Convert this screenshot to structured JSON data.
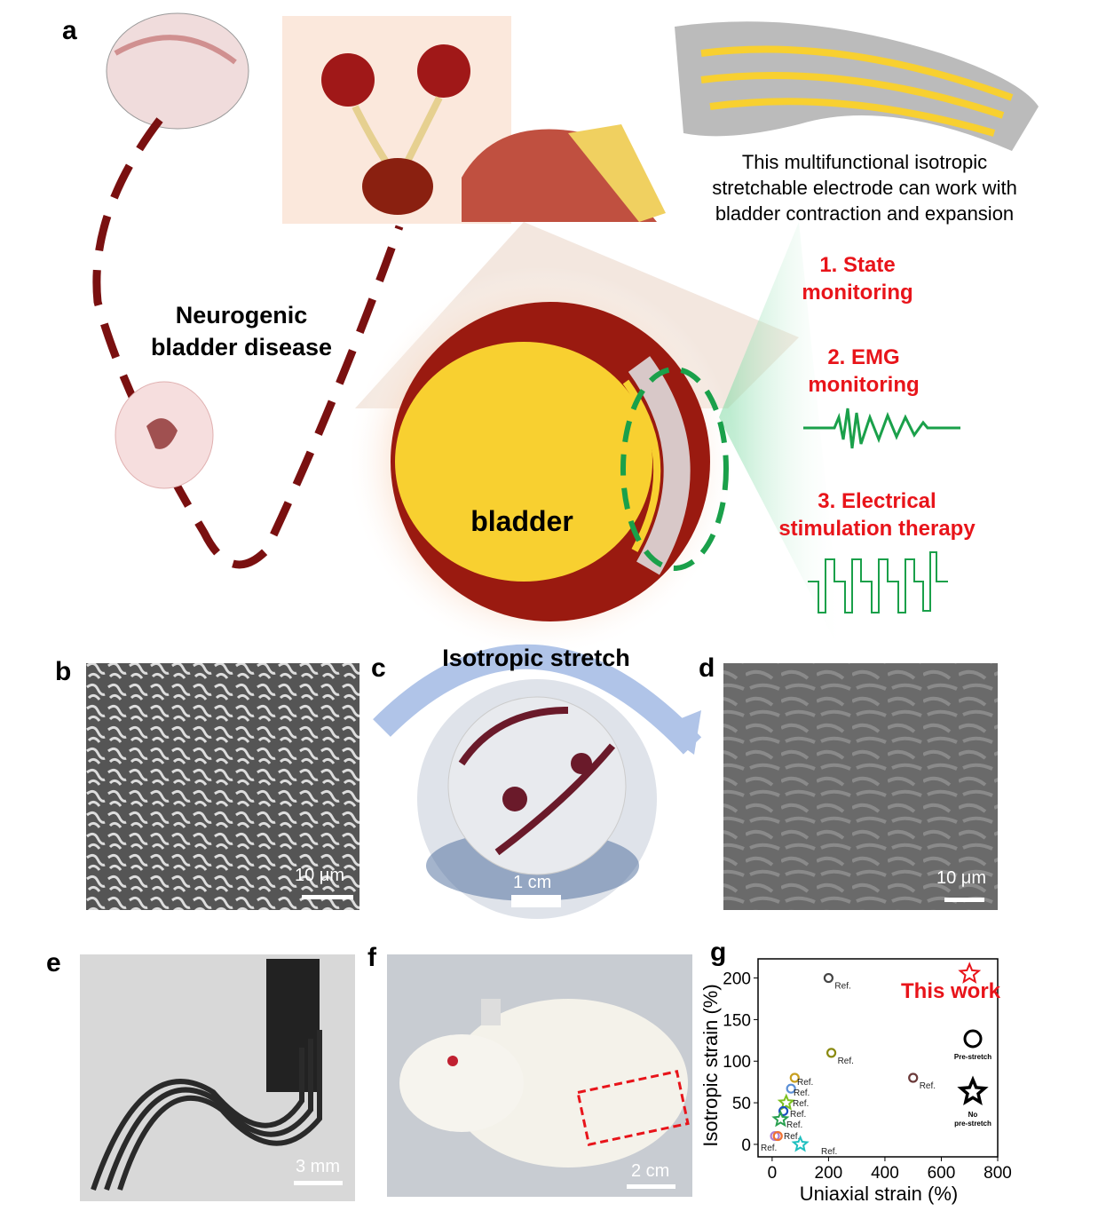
{
  "panel_labels": {
    "a": "a",
    "b": "b",
    "c": "c",
    "d": "d",
    "e": "e",
    "f": "f",
    "g": "g"
  },
  "panel_a": {
    "disease_line1": "Neurogenic",
    "disease_line2": "bladder disease",
    "organ": "bladder",
    "caption_line1": "This multifunctional isotropic",
    "caption_line2": "stretchable electrode can work with",
    "caption_line3": "bladder contraction and expansion",
    "func1_line1": "1. State",
    "func1_line2": "monitoring",
    "func2_line1": "2. EMG",
    "func2_line2": "monitoring",
    "func3_line1": "3. Electrical",
    "func3_line2": "stimulation therapy"
  },
  "panel_b": {
    "scale_bar": "10 μm"
  },
  "panel_c": {
    "title": "Isotropic stretch",
    "scale_bar": "1 cm"
  },
  "panel_d": {
    "scale_bar": "10 μm"
  },
  "panel_e": {
    "scale_bar": "3 mm"
  },
  "panel_f": {
    "scale_bar": "2 cm"
  },
  "colors": {
    "dark_red": "#7a1010",
    "accent_red": "#e8141a",
    "green": "#1aa04a",
    "yellow": "#f8d030"
  },
  "chart_data": {
    "type": "scatter",
    "xlabel": "Uniaxial strain (%)",
    "ylabel": "Isotropic strain (%)",
    "xlim": [
      -50,
      800
    ],
    "ylim": [
      -15,
      223
    ],
    "xticks": [
      0,
      200,
      400,
      600,
      800
    ],
    "yticks": [
      0,
      50,
      100,
      150,
      200
    ],
    "legend": {
      "placement": "right",
      "items": [
        {
          "marker": "circle",
          "label": "Pre-stretch"
        },
        {
          "marker": "star",
          "label1": "No",
          "label2": "pre-stretch"
        }
      ]
    },
    "highlight_label": "This work",
    "points": [
      {
        "x": 200,
        "y": 200,
        "marker": "circle",
        "color": "#444444",
        "label": "Ref."
      },
      {
        "x": 210,
        "y": 110,
        "marker": "circle",
        "color": "#8a8a10",
        "label": "Ref."
      },
      {
        "x": 500,
        "y": 80,
        "marker": "circle",
        "color": "#6b3a3a",
        "label": "Ref."
      },
      {
        "x": 80,
        "y": 80,
        "marker": "circle",
        "color": "#c8a020",
        "label": "Ref."
      },
      {
        "x": 67,
        "y": 67,
        "marker": "circle",
        "color": "#5b8fd6",
        "label": "Ref."
      },
      {
        "x": 50,
        "y": 50,
        "marker": "star",
        "color": "#7cc020",
        "label": "Ref."
      },
      {
        "x": 40,
        "y": 40,
        "marker": "circle",
        "color": "#1a4fc0",
        "label": "Ref."
      },
      {
        "x": 30,
        "y": 30,
        "marker": "star",
        "color": "#2aa050",
        "label": "Ref."
      },
      {
        "x": 10,
        "y": 10,
        "marker": "circle",
        "color": "#b080d0",
        "label": "Ref."
      },
      {
        "x": 20,
        "y": 10,
        "marker": "circle",
        "color": "#f07030",
        "label": "Ref."
      },
      {
        "x": 100,
        "y": 0,
        "marker": "star",
        "color": "#20c0c0",
        "label": "Ref."
      },
      {
        "x": 700,
        "y": 205,
        "marker": "star",
        "color": "#e8141a",
        "label": ""
      }
    ]
  }
}
